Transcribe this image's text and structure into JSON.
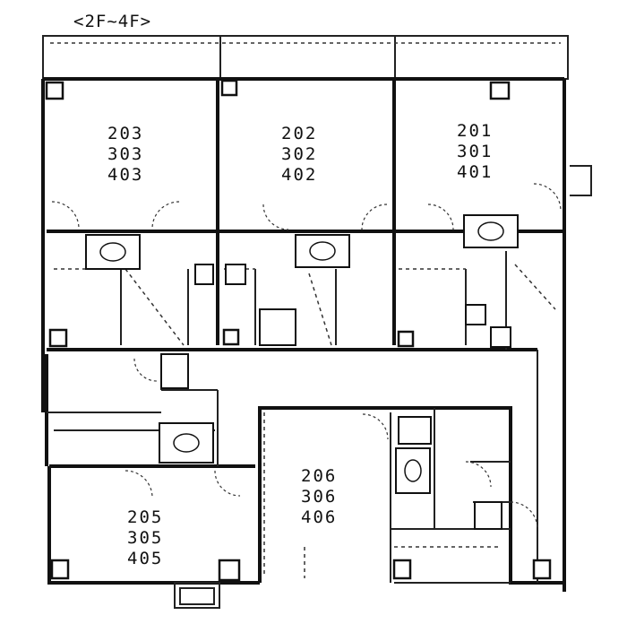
{
  "plan": {
    "floor_range_label": "<2F~4F>",
    "units": [
      {
        "id": "unit-203",
        "numbers": [
          "203",
          "303",
          "403"
        ]
      },
      {
        "id": "unit-202",
        "numbers": [
          "202",
          "302",
          "402"
        ]
      },
      {
        "id": "unit-201",
        "numbers": [
          "201",
          "301",
          "401"
        ]
      },
      {
        "id": "unit-205",
        "numbers": [
          "205",
          "305",
          "405"
        ]
      },
      {
        "id": "unit-206",
        "numbers": [
          "206",
          "306",
          "406"
        ]
      }
    ]
  }
}
